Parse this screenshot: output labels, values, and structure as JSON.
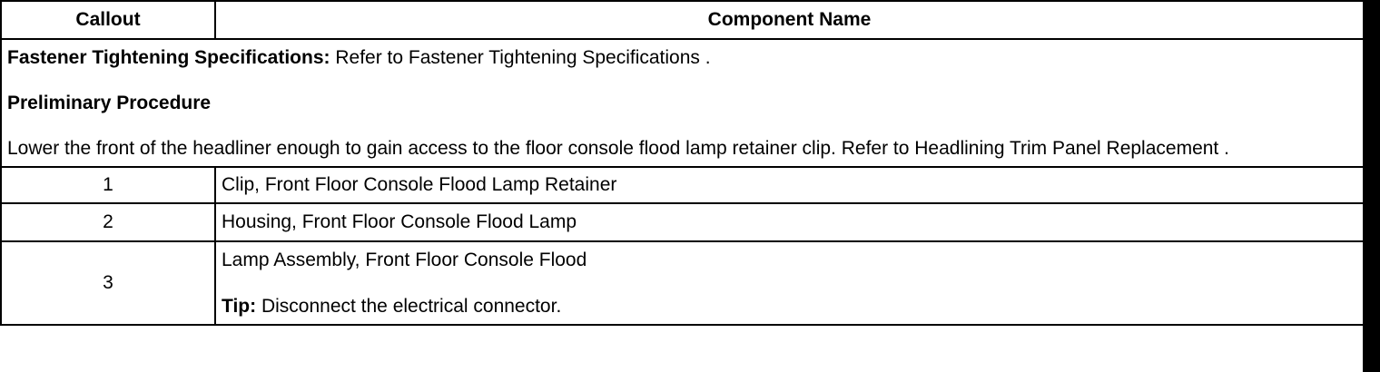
{
  "table": {
    "headers": [
      "Callout",
      "Component Name"
    ],
    "intro": {
      "fastener_label": "Fastener Tightening Specifications:",
      "fastener_text": " Refer to Fastener Tightening Specifications .",
      "preliminary_heading": "Preliminary Procedure",
      "procedure_text": "Lower the front of the headliner enough to gain access to the floor console flood lamp retainer clip. Refer to Headlining Trim Panel Replacement ."
    },
    "rows": [
      {
        "callout": "1",
        "name": "Clip, Front Floor Console Flood Lamp Retainer"
      },
      {
        "callout": "2",
        "name": "Housing, Front Floor Console Flood Lamp"
      },
      {
        "callout": "3",
        "name": "Lamp Assembly, Front Floor Console Flood",
        "tip_label": "Tip:",
        "tip_text": " Disconnect the electrical connector."
      }
    ]
  }
}
